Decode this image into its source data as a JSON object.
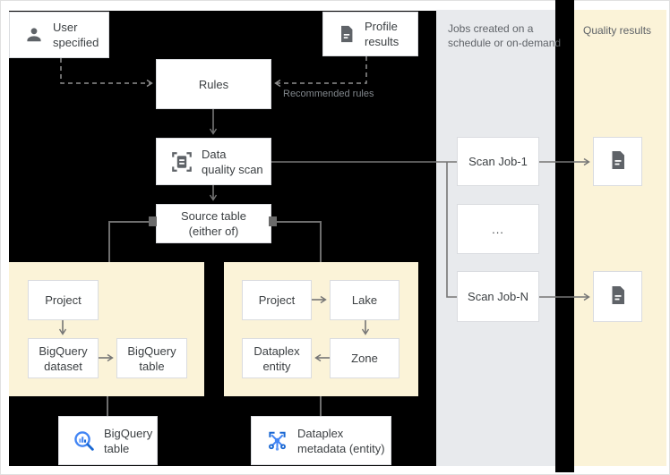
{
  "colors": {
    "canvas_black": "#000000",
    "panel_gray": "#e8eaed",
    "panel_cream": "#fbf3d8",
    "box_border": "#dadce0",
    "line_gray": "#757575",
    "dashed_gray": "#8f8f8f",
    "icon_gray": "#5f6368",
    "text_dark": "#3c4043",
    "label_gray": "#5f6368",
    "annotation_gray": "#80868b",
    "brand_blue": "#4285f4",
    "brand_blue_dark": "#1967d2"
  },
  "top": {
    "user_specified": {
      "line1": "User",
      "line2": "specified"
    },
    "profile_results": {
      "line1": "Profile",
      "line2": "results"
    }
  },
  "flow": {
    "rules": "Rules",
    "recommended_rules": "Recommended rules",
    "dq_scan": {
      "line1": "Data",
      "line2": "quality scan"
    },
    "source_table": {
      "line1": "Source table",
      "line2": "(either of)"
    }
  },
  "bigquery_panel": {
    "project": "Project",
    "dataset": {
      "line1": "BigQuery",
      "line2": "dataset"
    },
    "table": {
      "line1": "BigQuery",
      "line2": "table"
    }
  },
  "dataplex_panel": {
    "project": "Project",
    "lake": "Lake",
    "zone": "Zone",
    "entity": {
      "line1": "Dataplex",
      "line2": "entity"
    }
  },
  "jobs_panel": {
    "label_line1": "Jobs created on a",
    "label_line2": "schedule or on-demand",
    "job1": "Scan Job-1",
    "ellipsis": "...",
    "jobn": "Scan Job-N"
  },
  "results_panel": {
    "label": "Quality results"
  },
  "bottom": {
    "bigquery_table": {
      "line1": "BigQuery",
      "line2": "table"
    },
    "dataplex_metadata": {
      "line1": "Dataplex",
      "line2": "metadata (entity)"
    }
  }
}
